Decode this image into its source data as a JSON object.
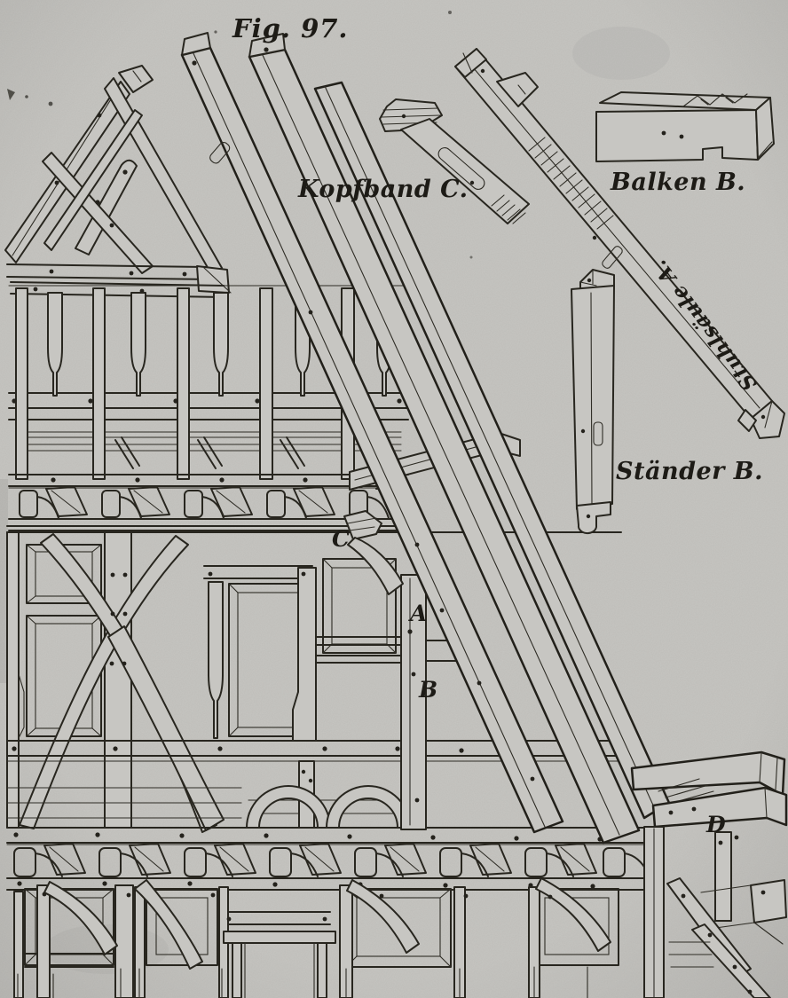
{
  "figure": {
    "caption": "Fig. 97.",
    "paper_color": "#c7c6c2",
    "ink_color": "#28261f",
    "labels": {
      "kopfband": "Kopfband C.",
      "balken": "Balken B.",
      "stuhlsaeule": "Stuhlsäule A.",
      "staender": "Ständer B.",
      "part_c": "C",
      "part_a": "A",
      "part_b": "B",
      "part_d": "D"
    }
  }
}
